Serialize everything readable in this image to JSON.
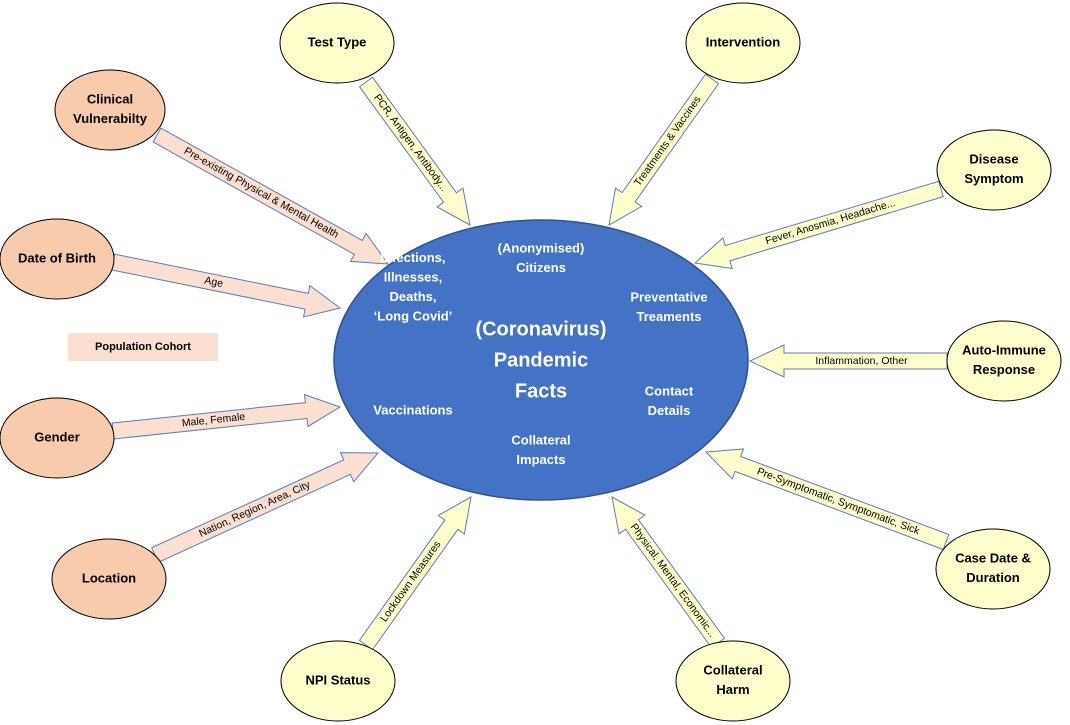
{
  "center": {
    "title_lines": [
      "(Coronavirus)",
      "Pandemic",
      "Facts"
    ],
    "subitems": [
      {
        "key": "citizens",
        "lines": [
          "(Anonymised)",
          "Citizens"
        ]
      },
      {
        "key": "infections",
        "lines": [
          "Infections,",
          "Illnesses,",
          "Deaths,",
          "‘Long Covid’"
        ]
      },
      {
        "key": "preventative",
        "lines": [
          "Preventative",
          "Treaments"
        ]
      },
      {
        "key": "vaccinations",
        "lines": [
          "Vaccinations"
        ]
      },
      {
        "key": "contact",
        "lines": [
          "Contact",
          "Details"
        ]
      },
      {
        "key": "collateral-impacts",
        "lines": [
          "Collateral",
          "Impacts"
        ]
      }
    ]
  },
  "legend": {
    "label": "Population Cohort"
  },
  "nodes": [
    {
      "key": "clinical-vulnerability",
      "lines": [
        "Clinical",
        "Vulnerabilty"
      ],
      "cohort": true,
      "arrow_label": "Pre-existing Physical & Mental Health"
    },
    {
      "key": "date-of-birth",
      "lines": [
        "Date of Birth"
      ],
      "cohort": true,
      "arrow_label": "Age"
    },
    {
      "key": "gender",
      "lines": [
        "Gender"
      ],
      "cohort": true,
      "arrow_label": "Male, Female"
    },
    {
      "key": "location",
      "lines": [
        "Location"
      ],
      "cohort": true,
      "arrow_label": "Nation, Region, Area, City"
    },
    {
      "key": "test-type",
      "lines": [
        "Test Type"
      ],
      "cohort": false,
      "arrow_label": "PCR, Antigen, Antibody..."
    },
    {
      "key": "intervention",
      "lines": [
        "Intervention"
      ],
      "cohort": false,
      "arrow_label": "Treatments & Vaccines"
    },
    {
      "key": "disease-symptom",
      "lines": [
        "Disease",
        "Symptom"
      ],
      "cohort": false,
      "arrow_label": "Fever, Anosmia, Headache..."
    },
    {
      "key": "auto-immune-response",
      "lines": [
        "Auto-Immune",
        "Response"
      ],
      "cohort": false,
      "arrow_label": "Inflammation, Other"
    },
    {
      "key": "case-date-duration",
      "lines": [
        "Case Date &",
        "Duration"
      ],
      "cohort": false,
      "arrow_label": "Pre-Symptomatic, Symptomatic, Sick"
    },
    {
      "key": "collateral-harm",
      "lines": [
        "Collateral",
        "Harm"
      ],
      "cohort": false,
      "arrow_label": "Physical, Mental, Economic..."
    },
    {
      "key": "npi-status",
      "lines": [
        "NPI Status"
      ],
      "cohort": false,
      "arrow_label": "Lockdown Measures"
    }
  ],
  "colors": {
    "center_fill": "#4472c4",
    "center_stroke": "#2f528f",
    "cohort_fill": "#f8cbad",
    "cohort_arrow_fill": "#fbe0d2",
    "other_fill": "#ffffcc",
    "node_stroke": "#000000",
    "arrow_stroke": "#5b7db8"
  }
}
